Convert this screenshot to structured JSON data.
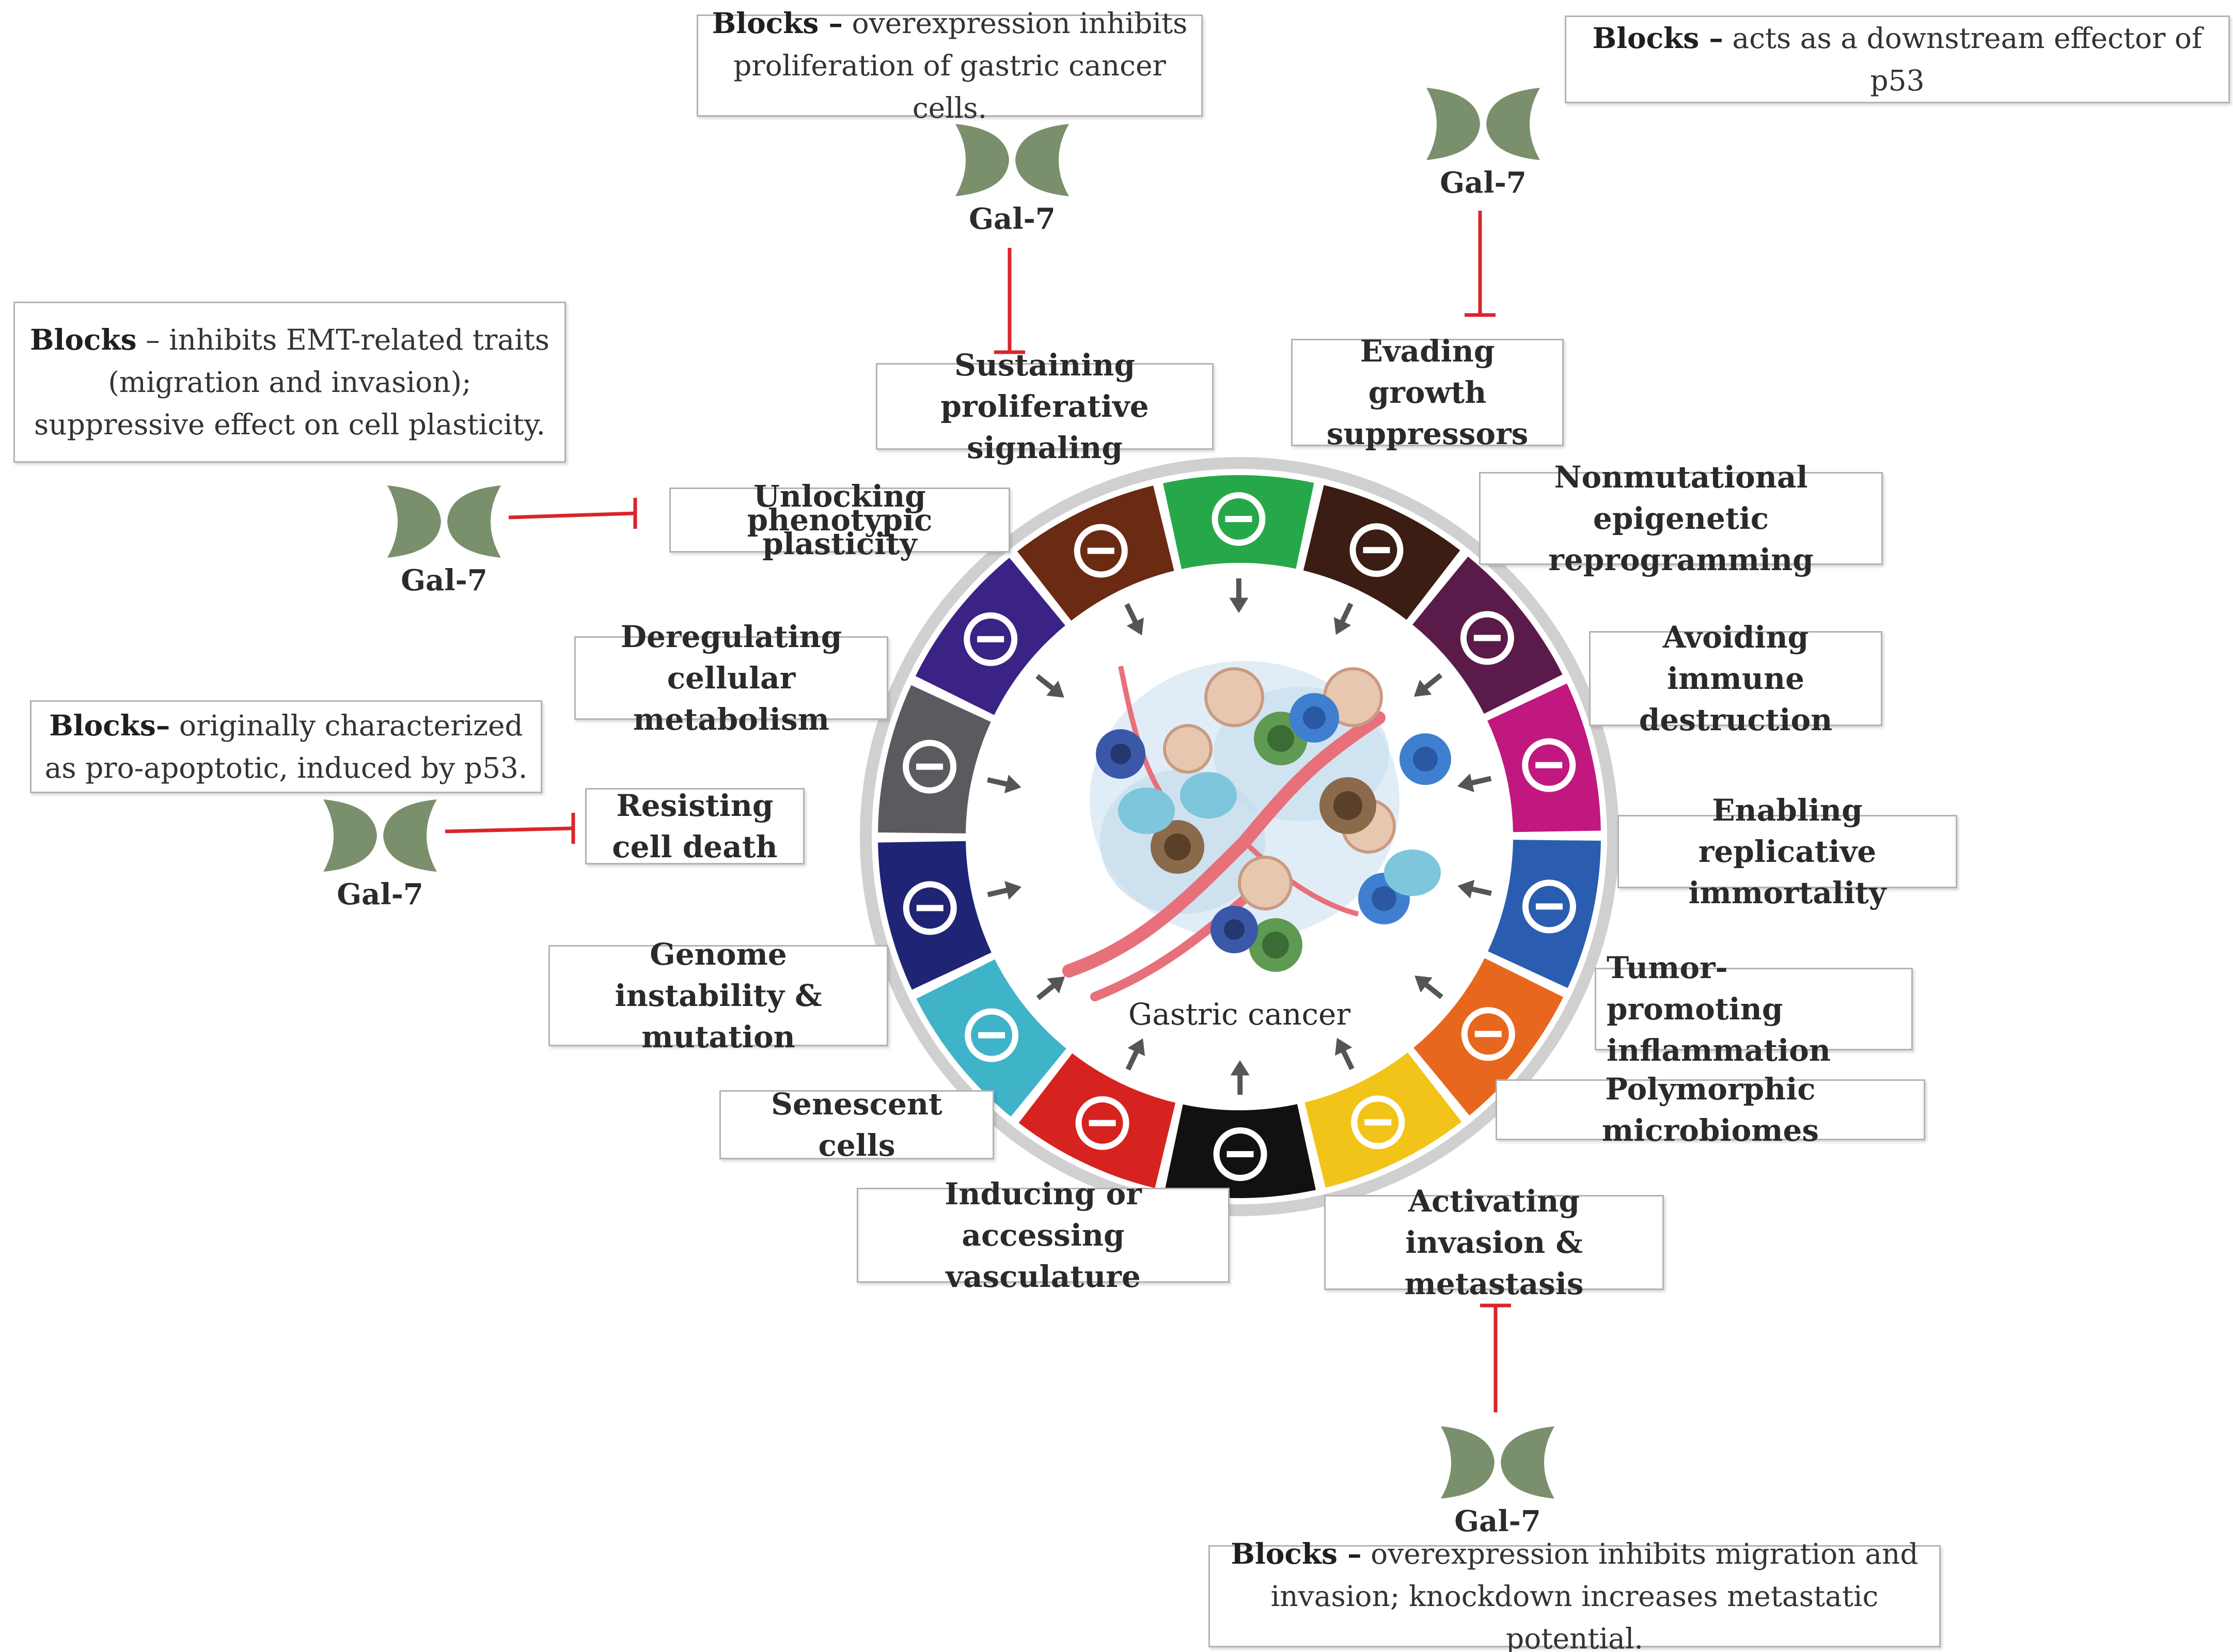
{
  "center": {
    "label": "Gastric cancer"
  },
  "hallmarks": {
    "sustaining": "Sustaining proliferative signaling",
    "evading": "Evading growth suppressors",
    "nonmutational": "Nonmutational epigenetic reprogramming",
    "avoiding": "Avoiding immune destruction",
    "replicative": "Enabling replicative immortality",
    "inflammation": "Tumor-promoting inflammation",
    "microbiomes": "Polymorphic microbiomes",
    "invasion": "Activating invasion & metastasis",
    "vasculature": "Inducing or accessing vasculature",
    "senescent": "Senescent cells",
    "genome": "Genome instability & mutation",
    "resisting": "Resisting cell death",
    "metabolism": "Deregulating cellular metabolism",
    "plasticity": "Unlocking phenotypic plasticity"
  },
  "notes": {
    "prolif_bold": "Blocks –",
    "prolif_text": "overexpression inhibits proliferation of gastric cancer cells.",
    "p53_bold": "Blocks –",
    "p53_text": "acts as a downstream effector of p53",
    "emt_bold": "Blocks",
    "emt_text": "– inhibits EMT-related traits (migration and invasion); suppressive effect on cell plasticity.",
    "apop_bold": "Blocks–",
    "apop_text": "originally characterized as pro-apoptotic, induced by p53.",
    "inv_bold": "Blocks –",
    "inv_text": "overexpression inhibits migration and invasion; knockdown increases metastatic potential."
  },
  "gal_label": "Gal-7",
  "colors": {
    "inhibit_line": "#d9252b",
    "gal7": "#7a8f6b",
    "ring": "#c9c9c9",
    "arrow": "#555555",
    "segments": [
      "#26a84a",
      "#3b1d14",
      "#5a1b4a",
      "#c0187f",
      "#2a5db0",
      "#e8671e",
      "#f2c318",
      "#111111",
      "#d6231f",
      "#3fb3c8",
      "#1f2474",
      "#5b5b5f",
      "#3a2384",
      "#6b2a12"
    ]
  },
  "icons": [
    "arrow-up-right-icon",
    "prohibited-icon",
    "dna-helix-icon",
    "immune-cell-icon",
    "infinity-icon",
    "flame-icon",
    "bacteria-icon",
    "cell-escape-icon",
    "vessel-branch-icon",
    "leaf-icon",
    "dna-strand-icon",
    "cross-icon",
    "atom-icon",
    "key-icon"
  ]
}
